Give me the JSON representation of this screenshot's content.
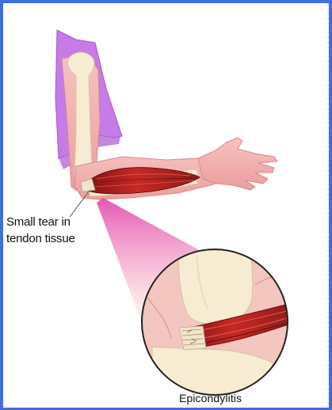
{
  "labels": {
    "tear_line1": "Small tear in",
    "tear_line2": "tendon tissue",
    "caption": "Epicondylitis"
  },
  "colors": {
    "border": "#3f6fe0",
    "shirt": "#c77be8",
    "skin": "#f2b4b4",
    "bone": "#f7ecd2",
    "muscle": "#b3201e",
    "tendon": "#f1e4cc",
    "callout_top": "#e24fb1",
    "callout_bottom": "#f6d2b4"
  },
  "icons": {
    "arm": "arm-illustration",
    "magnifier": "magnified-elbow-inset"
  }
}
